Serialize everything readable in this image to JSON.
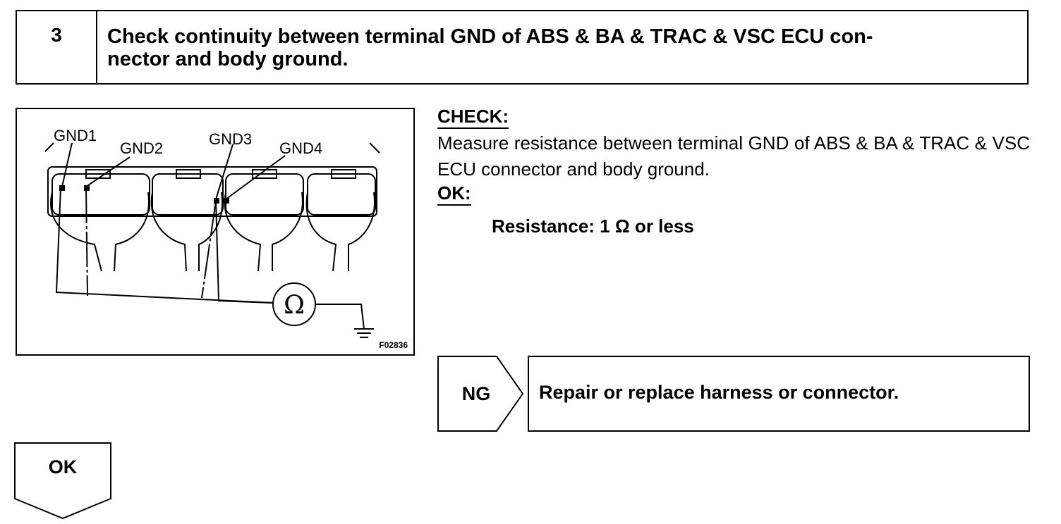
{
  "step": {
    "number": "3",
    "title": "Check continuity between terminal GND of ABS & BA & TRAC & VSC ECU con-\nnector and body ground."
  },
  "figure": {
    "labels": [
      "GND1",
      "GND2",
      "GND3",
      "GND4"
    ],
    "meter_symbol": "Ω",
    "code": "F02836"
  },
  "check": {
    "heading": "CHECK:",
    "text": "Measure resistance between terminal GND of ABS & BA & TRAC & VSC ECU connector and body ground.",
    "ok_heading": "OK:",
    "spec": "Resistance: 1 Ω or less"
  },
  "ng": {
    "label": "NG",
    "action": "Repair or replace harness or connector."
  },
  "ok": {
    "label": "OK"
  }
}
